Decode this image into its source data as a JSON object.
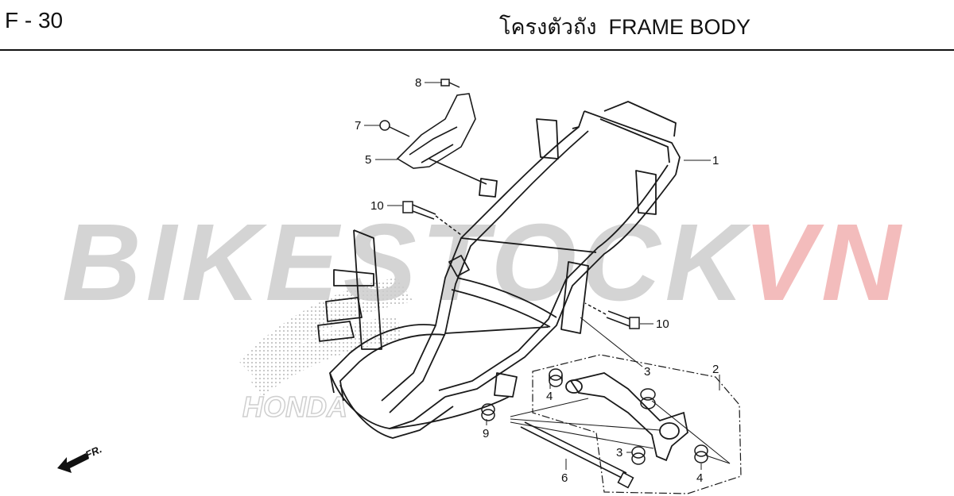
{
  "header": {
    "page_code": "F - 30",
    "title_thai": "โครงตัวถัง",
    "title_english": "FRAME BODY"
  },
  "watermark": {
    "part1": "BIKESTOCK",
    "part2": "VN",
    "color1": "#c8c8c8",
    "color2": "#f3b3b3",
    "brand_logo": "HONDA"
  },
  "direction_marker": {
    "label": "FR.",
    "icon": "front-arrow-icon"
  },
  "callouts": [
    {
      "label": "8"
    },
    {
      "label": "7"
    },
    {
      "label": "5"
    },
    {
      "label": "10"
    },
    {
      "label": "1"
    },
    {
      "label": "10"
    },
    {
      "label": "3"
    },
    {
      "label": "2"
    },
    {
      "label": "4"
    },
    {
      "label": "9"
    },
    {
      "label": "3"
    },
    {
      "label": "6"
    },
    {
      "label": "4"
    }
  ]
}
